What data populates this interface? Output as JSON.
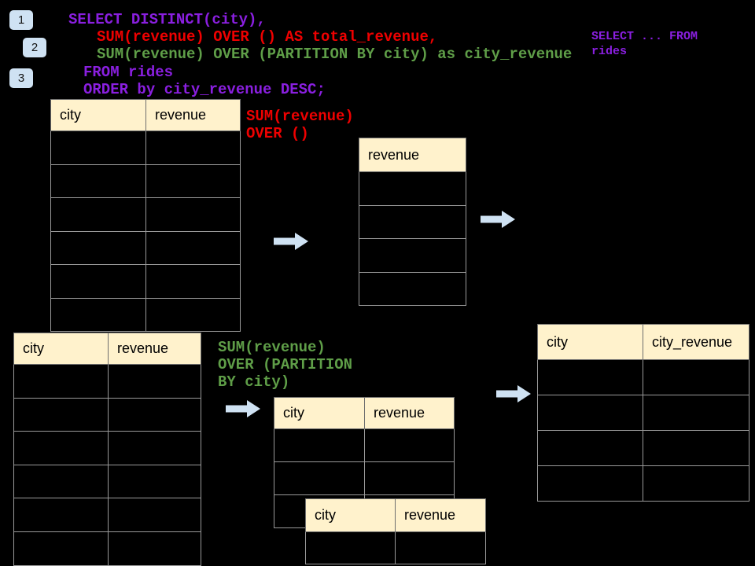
{
  "colors": {
    "background": "#000000",
    "sql_purple": "#8a1fe0",
    "sql_red": "#ee0000",
    "sql_green": "#5f9e48",
    "table_header_bg": "#fff2cc",
    "table_border": "#9a9a9a",
    "badge_bg": "#cfe2f3",
    "arrow_fill": "#cfe2f3"
  },
  "badges": [
    {
      "label": "1"
    },
    {
      "label": "2"
    },
    {
      "label": "3"
    }
  ],
  "sql": {
    "lines": [
      {
        "text": "SELECT DISTINCT(city),",
        "color": "purple"
      },
      {
        "text": "SUM(revenue) OVER () AS total_revenue,",
        "color": "red"
      },
      {
        "text": "SUM(revenue) OVER (PARTITION BY city) as city_revenue",
        "color": "green"
      },
      {
        "text": "FROM rides",
        "color": "purple"
      },
      {
        "text": "ORDER by city_revenue DESC;",
        "color": "purple"
      }
    ],
    "side_note": {
      "line1": "SELECT ... FROM",
      "line2": "rides",
      "color": "purple"
    }
  },
  "annotations": {
    "total": {
      "line1": "SUM(revenue)",
      "line2": "OVER ()",
      "color": "red"
    },
    "partition": {
      "line1": "SUM(revenue)",
      "line2": "OVER (PARTITION",
      "line3": "BY city)",
      "color": "green"
    }
  },
  "tables": {
    "source_top": {
      "headers": [
        "city",
        "revenue"
      ],
      "rows": 6
    },
    "total_result": {
      "headers": [
        "revenue"
      ],
      "rows": 4
    },
    "source_bottom": {
      "headers": [
        "city",
        "revenue"
      ],
      "rows": 6
    },
    "partition_mid": {
      "headers": [
        "city",
        "revenue"
      ],
      "rows": 3
    },
    "partition_overlay": {
      "headers": [
        "city",
        "revenue"
      ],
      "rows": 1
    },
    "city_revenue_result": {
      "headers": [
        "city",
        "city_revenue"
      ],
      "rows": 4
    }
  }
}
